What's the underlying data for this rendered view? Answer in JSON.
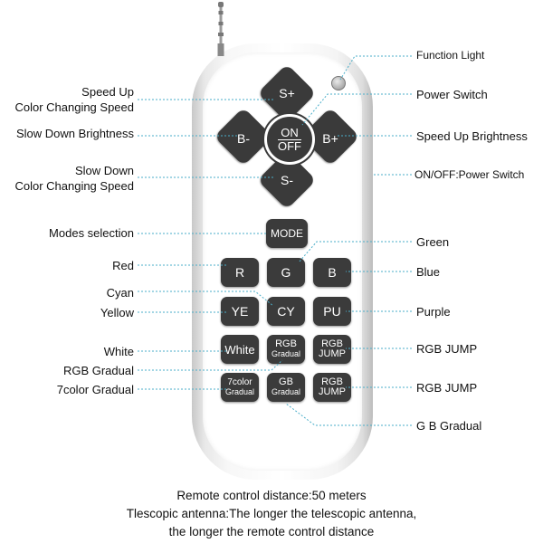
{
  "remote": {
    "buttons": {
      "speed_up": "S+",
      "slow_down": "S-",
      "brightness_down": "B-",
      "brightness_up": "B+",
      "on": "ON",
      "off": "OFF",
      "mode": "MODE",
      "red": "R",
      "green": "G",
      "blue": "B",
      "yellow": "YE",
      "cyan": "CY",
      "purple": "PU",
      "white": "White",
      "rgb_gradual_top": "RGB",
      "rgb_gradual_bottom": "Gradual",
      "rgb_jump1_top": "RGB",
      "rgb_jump1_bottom": "JUMP",
      "color7_gradual_top": "7color",
      "color7_gradual_bottom": "Gradual",
      "gb_gradual_top": "GB",
      "gb_gradual_bottom": "Gradual",
      "rgb_jump2_top": "RGB",
      "rgb_jump2_bottom": "JUMP"
    }
  },
  "labels_left": {
    "speed_up_1": "Speed Up",
    "speed_up_2": "Color Changing Speed",
    "slow_down_brightness": "Slow Down Brightness",
    "slow_down_1": "Slow Down",
    "slow_down_2": "Color Changing Speed",
    "modes_selection": "Modes selection",
    "red": "Red",
    "cyan": "Cyan",
    "yellow": "Yellow",
    "white": "White",
    "rgb_gradual": "RGB Gradual",
    "color7_gradual": "7color Gradual"
  },
  "labels_right": {
    "function_light": "Function Light",
    "power_switch": "Power Switch",
    "speed_up_brightness": "Speed Up Brightness",
    "onoff_power_switch": "ON/OFF:Power Switch",
    "green": "Green",
    "blue": "Blue",
    "purple": "Purple",
    "rgb_jump_1": "RGB JUMP",
    "rgb_jump_2": "RGB JUMP",
    "gb_gradual": "G B Gradual"
  },
  "footer": {
    "line1": "Remote control distance:50 meters",
    "line2": "Tlescopic antenna:The longer the telescopic antenna,",
    "line3": "the longer the remote control distance"
  },
  "colors": {
    "button": "#3b3b3b",
    "leader_line": "#4aaec9"
  }
}
